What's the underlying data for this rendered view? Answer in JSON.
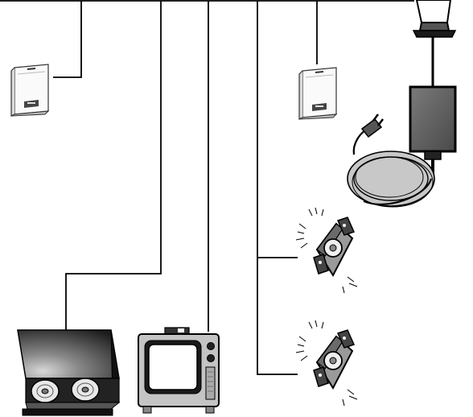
{
  "diagram": {
    "background": "#ffffff",
    "line_color": "#000000",
    "devices": [
      {
        "id": "remote-sensor-left",
        "icon": "wireless-remote-icon"
      },
      {
        "id": "remote-sensor-right",
        "icon": "wireless-remote-icon"
      },
      {
        "id": "power-adapter",
        "icon": "power-adapter-icon"
      },
      {
        "id": "ceiling-connector",
        "icon": "wall-connector-icon"
      },
      {
        "id": "alarm-phone-upper",
        "icon": "ringing-phone-icon"
      },
      {
        "id": "alarm-phone-lower",
        "icon": "ringing-phone-icon"
      },
      {
        "id": "dvd-player",
        "icon": "disc-player-icon"
      },
      {
        "id": "television",
        "icon": "television-icon"
      }
    ]
  }
}
